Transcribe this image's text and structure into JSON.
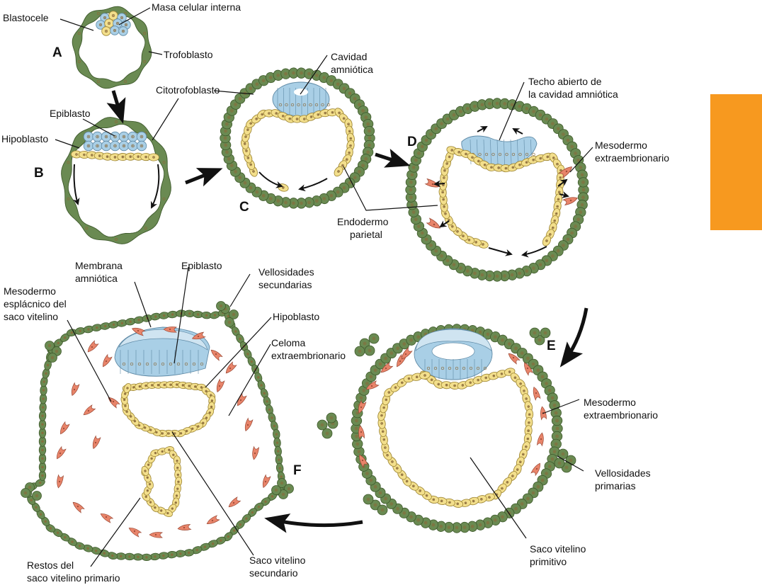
{
  "figure": {
    "colors": {
      "trophoblast": "#6a8a52",
      "trophoblast_stroke": "#3e5a2c",
      "epiblast": "#a9cfe6",
      "epiblast_light": "#cfe4f1",
      "epiblast_stroke": "#5f8aa6",
      "hypoblast": "#f3df8c",
      "hypoblast_stroke": "#9c8433",
      "mesoderm": "#e8846a",
      "mesoderm_stroke": "#9b4a36",
      "nucleus": "#8a6a3a",
      "side_tab": "#f7991f"
    },
    "panels": [
      {
        "id": "A",
        "label": "A"
      },
      {
        "id": "B",
        "label": "B"
      },
      {
        "id": "C",
        "label": "C"
      },
      {
        "id": "D",
        "label": "D"
      },
      {
        "id": "E",
        "label": "E"
      },
      {
        "id": "F",
        "label": "F"
      }
    ],
    "labels": {
      "a_blastocele": "Blastocele",
      "a_masa": "Masa celular interna",
      "a_trofoblasto": "Trofoblasto",
      "b_citotrofoblasto": "Citotrofoblasto",
      "b_epiblasto": "Epiblasto",
      "b_hipoblasto": "Hipoblasto",
      "c_cavidad_1": "Cavidad",
      "c_cavidad_2": "amniótica",
      "c_endodermo_1": "Endodermo",
      "c_endodermo_2": "parietal",
      "d_techo_1": "Techo abierto de",
      "d_techo_2": "la cavidad amniótica",
      "d_meso_1": "Mesodermo",
      "d_meso_2": "extraembrionario",
      "f_membrana_1": "Membrana",
      "f_membrana_2": "amniótica",
      "f_epiblasto": "Epiblasto",
      "f_vell_sec_1": "Vellosidades",
      "f_vell_sec_2": "secundarias",
      "f_meso_espl_1": "Mesodermo",
      "f_meso_espl_2": "esplácnico del",
      "f_meso_espl_3": "saco vitelino",
      "f_hipoblasto": "Hipoblasto",
      "f_celoma_1": "Celoma",
      "f_celoma_2": "extraembrionario",
      "f_restos_1": "Restos del",
      "f_restos_2": "saco vitelino primario",
      "f_saco_sec_1": "Saco vitelino",
      "f_saco_sec_2": "secundario",
      "e_meso_1": "Mesodermo",
      "e_meso_2": "extraembrionario",
      "e_vell_prim_1": "Vellosidades",
      "e_vell_prim_2": "primarias",
      "e_saco_prim_1": "Saco vitelino",
      "e_saco_prim_2": "primitivo"
    }
  }
}
